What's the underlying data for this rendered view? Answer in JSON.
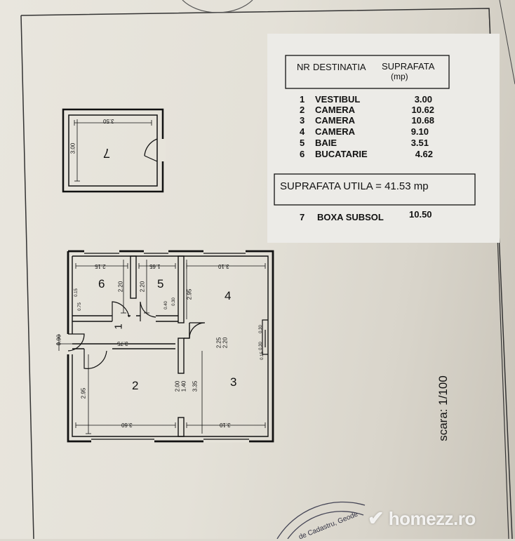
{
  "legend": {
    "header": {
      "nr": "NR",
      "destinatia": "DESTINATIA",
      "suprafata": "SUPRAFATA",
      "unit": "(mp)"
    },
    "rooms": [
      {
        "nr": "1",
        "name": "VESTIBUL",
        "area": "3.00"
      },
      {
        "nr": "2",
        "name": "CAMERA",
        "area": "10.62"
      },
      {
        "nr": "3",
        "name": "CAMERA",
        "area": "10.68"
      },
      {
        "nr": "4",
        "name": "CAMERA",
        "area": "9.10"
      },
      {
        "nr": "5",
        "name": "BAIE",
        "area": "3.51"
      },
      {
        "nr": "6",
        "name": "BUCATARIE",
        "area": "4.62"
      }
    ],
    "total": "SUPRAFATA UTILA = 41.53 mp",
    "basement": {
      "nr": "7",
      "name": "BOXA SUBSOL",
      "area": "10.50"
    }
  },
  "scale": "scara: 1/100",
  "room_numbers": {
    "r1": "1",
    "r2": "2",
    "r3": "3",
    "r4": "4",
    "r5": "5",
    "r6": "6",
    "r7": "7"
  },
  "dimensions": {
    "box_width": "3.50",
    "box_height": "3.00",
    "kitchen_width": "2.15",
    "kitchen_height": "2.20",
    "kitchen_win": "0.15",
    "kitchen_small": "0.75",
    "bath_width": "1.65",
    "bath_height": "2.20",
    "bath_small": "0.40",
    "bath_win": "0.30",
    "room4_width": "3.10",
    "room4_height": "2.95",
    "room4_win_a": "0.30",
    "room4_win_b": "0.30",
    "room4_win_c": "0.15",
    "hall_width": "3.75",
    "hall_door": "0.90",
    "room34_a": "2.25",
    "room34_b": "2.20",
    "room2_height": "2.95",
    "room2_width": "3.60",
    "wall_a": "2.00",
    "wall_b": "1.40",
    "room3_height": "3.35",
    "room3_width": "3.10"
  },
  "stamp_text": "de Cadastru, Geode",
  "watermark": "homezz.ro",
  "colors": {
    "ink": "#111111",
    "paper": "#e6e3da",
    "panel": "#ecebe7"
  }
}
